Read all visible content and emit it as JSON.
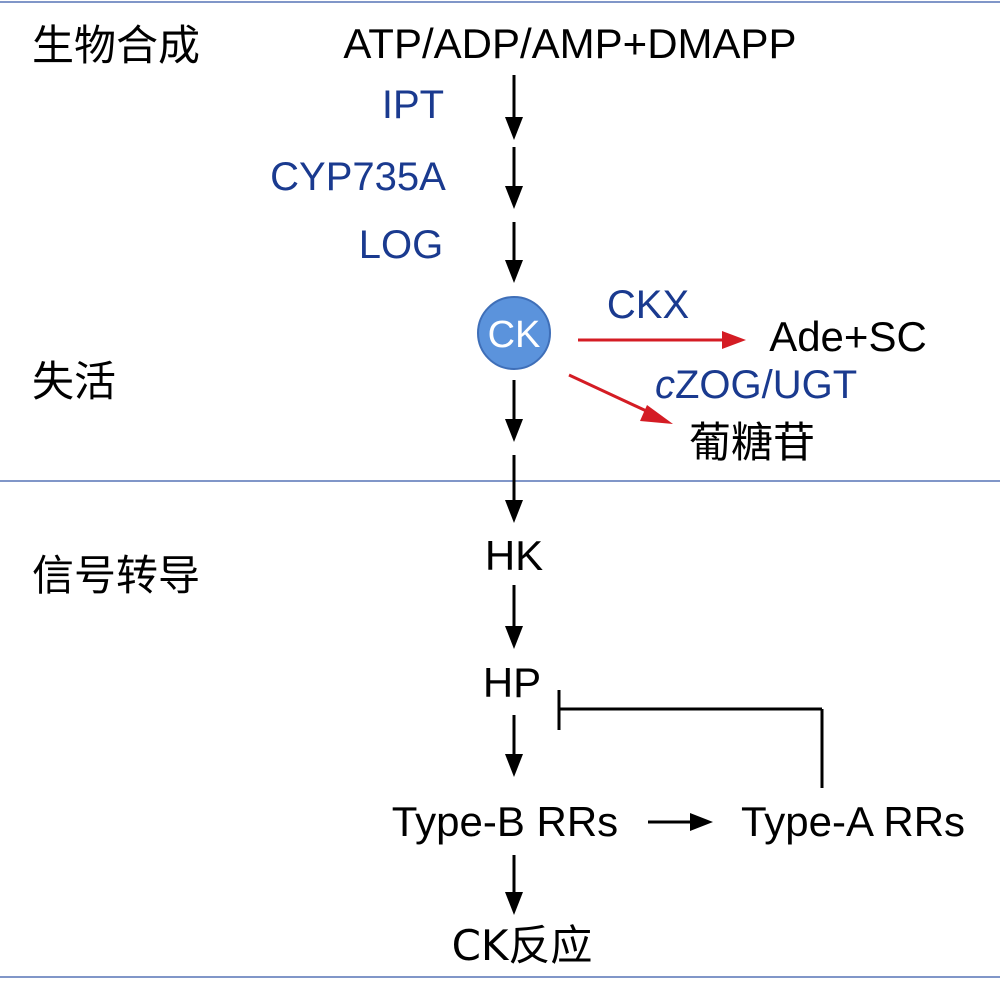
{
  "sections": {
    "biosynthesis": "生物合成",
    "inactivation": "失活",
    "signaling": "信号转导"
  },
  "nodes": {
    "substrate": "ATP/ADP/AMP+DMAPP",
    "ck": "CK",
    "ade_sc": "Ade+SC",
    "glucoside": "葡糖苷",
    "hk": "HK",
    "hp": "HP",
    "type_b": "Type-B RRs",
    "type_a": "Type-A RRs",
    "response": "CK反应"
  },
  "enzymes": {
    "ipt": "IPT",
    "cyp735a": "CYP735A",
    "log": "LOG",
    "ckx": "CKX",
    "zog_prefix": "c",
    "zog_rest": "ZOG/UGT"
  },
  "colors": {
    "enzyme_blue": "#1a3a8f",
    "divider": "#8096c8",
    "inactivation_arrow": "#d41c24",
    "ck_circle": "#5b93dc",
    "ck_circle_stroke": "#3f6fb8",
    "ink": "#000000"
  }
}
